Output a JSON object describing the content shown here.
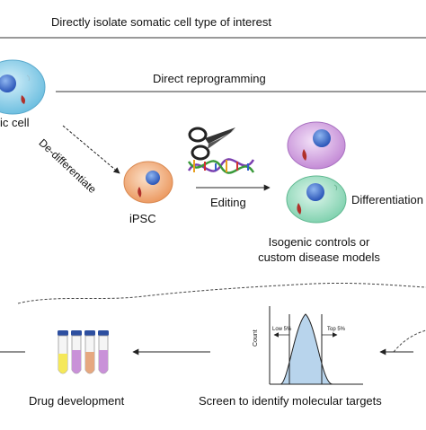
{
  "top": {
    "title": "Directly isolate somatic cell type of interest"
  },
  "route": {
    "direct_reprogramming": "Direct reprogramming",
    "somatic_cell_label": "ic cell",
    "dedifferentiate": "De-differentiate",
    "ipsc": "iPSC",
    "editing": "Editing",
    "differentiation": "Differentiation",
    "isogenic_caption": [
      "Isogenic controls or",
      "custom disease models"
    ]
  },
  "screen": {
    "caption": "Screen to identify molecular targets",
    "plot": {
      "ylabel": "Count",
      "low": "Low 5%",
      "top": "Top 5%"
    }
  },
  "drug": {
    "caption": "Drug development"
  },
  "colors": {
    "somatic_cell": "#7ec8e3",
    "ipsc_cell": "#f0a070",
    "edited_cell_1": "#c890d8",
    "edited_cell_2": "#8fd8b8",
    "nucleus": "#3566c8",
    "organelle": "#b0302a",
    "histogram_fill": "#b8d4ec",
    "tube_fills": [
      "#f5e85a",
      "#c991d8",
      "#e6a880",
      "#c991d8"
    ],
    "tube_caps": "#2d4fa0"
  }
}
